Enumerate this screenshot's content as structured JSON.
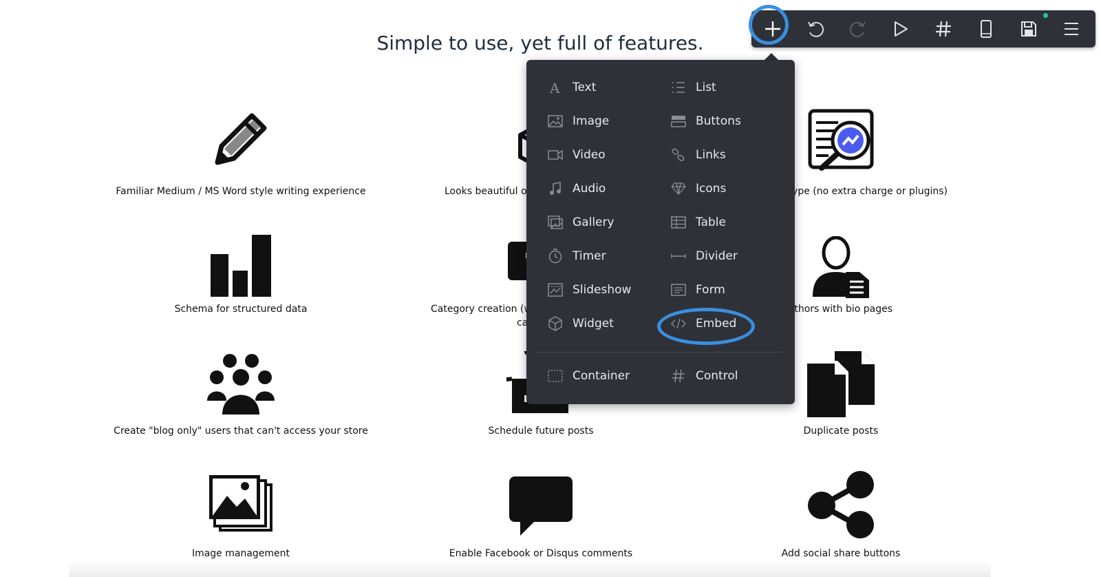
{
  "page": {
    "title": "Simple to use, yet full of features."
  },
  "features": [
    {
      "caption": "Familiar Medium / MS Word style writing experience",
      "icon": "pencil-icon"
    },
    {
      "caption": "Looks beautiful ou",
      "icon": "box-icon"
    },
    {
      "caption": "as-you-type (no extra charge or plugins)",
      "icon": "seo-analytics-icon"
    },
    {
      "caption": "Schema for structured data",
      "icon": "bar-chart-icon"
    },
    {
      "caption": "Category creation (wi",
      "caption2": "ca",
      "icon": "category-icon"
    },
    {
      "caption": "ost authors with bio pages",
      "icon": "author-icon"
    },
    {
      "caption": "Create \"blog only\" users that can't access your store",
      "icon": "users-group-icon"
    },
    {
      "caption": "Schedule future posts",
      "icon": "calendar-clock-icon"
    },
    {
      "caption": "Duplicate posts",
      "icon": "duplicate-icon"
    },
    {
      "caption": "Image management",
      "icon": "images-icon"
    },
    {
      "caption": "Enable Facebook or Disqus comments",
      "icon": "comment-icon"
    },
    {
      "caption": "Add social share buttons",
      "icon": "share-icon"
    }
  ],
  "toolbar": {
    "buttons": [
      "add-icon",
      "undo-icon",
      "redo-icon",
      "preview-icon",
      "hash-icon",
      "mobile-icon",
      "save-icon",
      "menu-icon"
    ],
    "accent": "#3a8fe0",
    "status_dot_color": "#22c6a8"
  },
  "insert_menu": {
    "left_column": [
      {
        "label": "Text",
        "icon": "text-icon"
      },
      {
        "label": "Image",
        "icon": "image-icon"
      },
      {
        "label": "Video",
        "icon": "video-icon"
      },
      {
        "label": "Audio",
        "icon": "audio-icon"
      },
      {
        "label": "Gallery",
        "icon": "gallery-icon"
      },
      {
        "label": "Timer",
        "icon": "timer-icon"
      },
      {
        "label": "Slideshow",
        "icon": "slideshow-icon"
      },
      {
        "label": "Widget",
        "icon": "widget-icon"
      }
    ],
    "right_column": [
      {
        "label": "List",
        "icon": "list-icon"
      },
      {
        "label": "Buttons",
        "icon": "buttons-icon"
      },
      {
        "label": "Links",
        "icon": "links-icon"
      },
      {
        "label": "Icons",
        "icon": "diamond-icon"
      },
      {
        "label": "Table",
        "icon": "table-icon"
      },
      {
        "label": "Divider",
        "icon": "divider-icon"
      },
      {
        "label": "Form",
        "icon": "form-icon"
      },
      {
        "label": "Embed",
        "icon": "code-icon"
      }
    ],
    "bottom": [
      {
        "label": "Container",
        "icon": "container-icon"
      },
      {
        "label": "Control",
        "icon": "hash-icon"
      }
    ],
    "highlighted_item": "Embed"
  }
}
